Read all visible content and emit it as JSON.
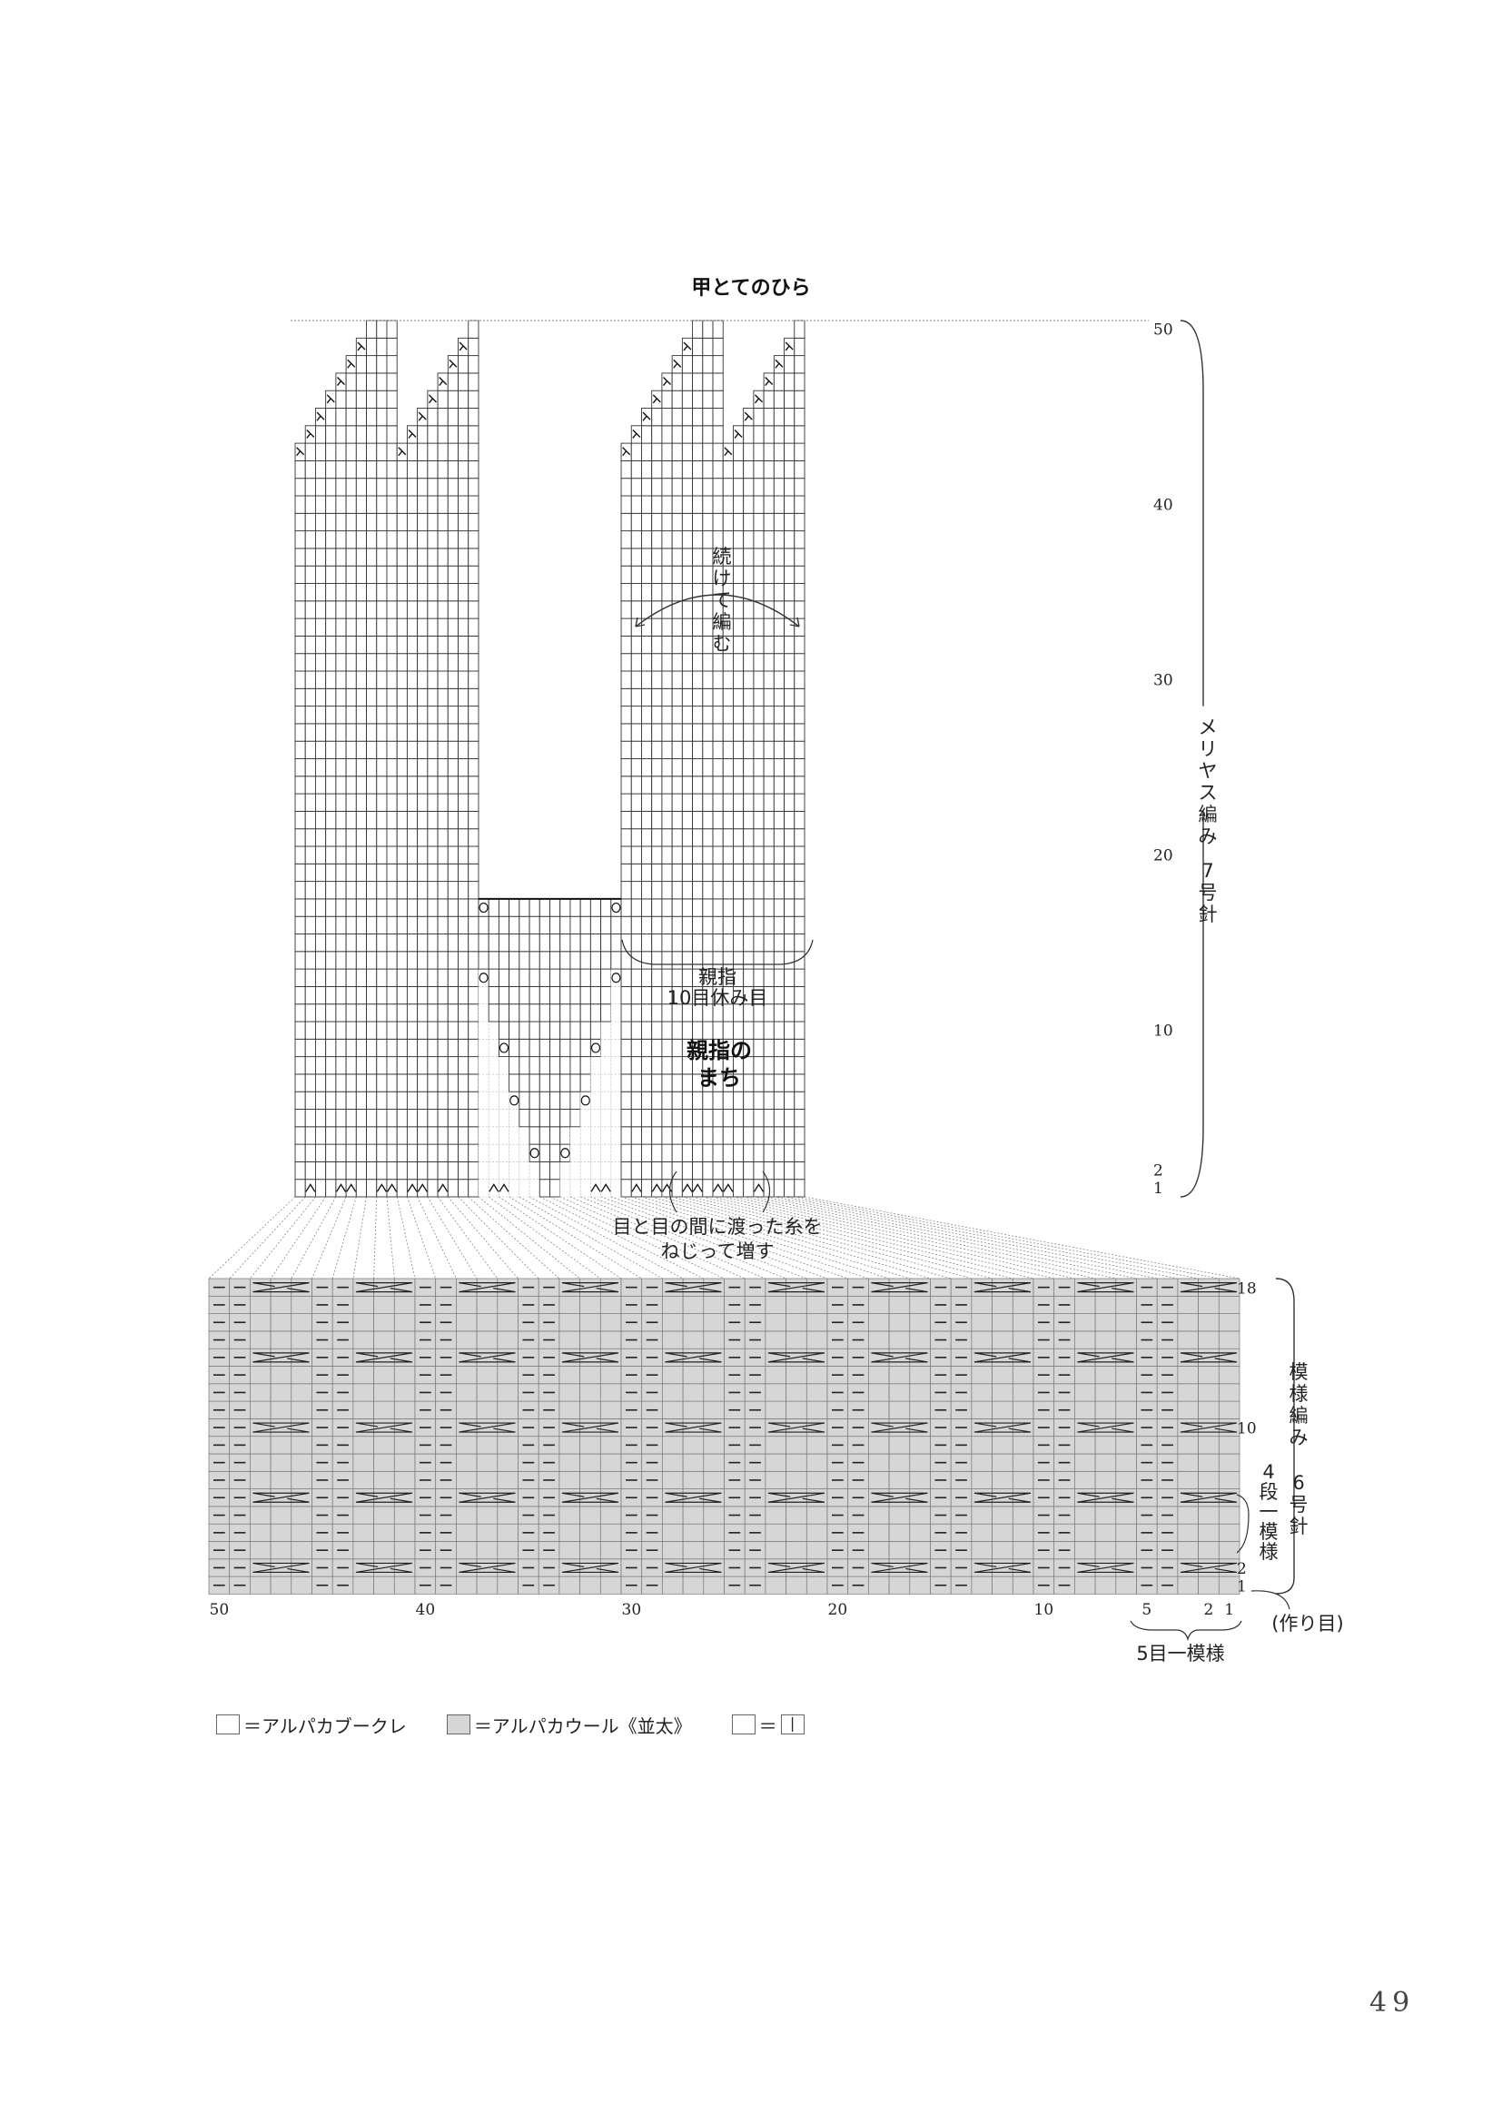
{
  "title": "甲とてのひら",
  "upper_chart": {
    "rows": 50,
    "row_labels": [
      "50",
      "40",
      "30",
      "20",
      "10",
      "2",
      "1"
    ],
    "side_label": "メリヤス編み 7号針",
    "continue_label": [
      "続",
      "け",
      "て",
      "編",
      "む"
    ],
    "thumb_rest_label": [
      "親指",
      "10目休み目"
    ],
    "thumb_gusset_label": [
      "親指の",
      "まち"
    ],
    "increase_label": [
      "目と目の間に渡った糸を",
      "ねじって増す"
    ]
  },
  "lower_chart": {
    "stitches": 50,
    "rows": 18,
    "row_labels": [
      "18",
      "10",
      "2",
      "1"
    ],
    "col_labels": [
      "50",
      "40",
      "30",
      "20",
      "10",
      "5",
      "2",
      "1"
    ],
    "side_label": "模様編み 6号針",
    "repeat_rows_label": "4段一模様",
    "cast_on_label": "(作り目)",
    "repeat_sts_label": "5目一模様"
  },
  "legend": {
    "white_label": "＝アルパカブークレ",
    "grey_label": "＝アルパカウール《並太》",
    "purl_eq": "＝",
    "purl_symbol": "|"
  },
  "page_number": "49"
}
